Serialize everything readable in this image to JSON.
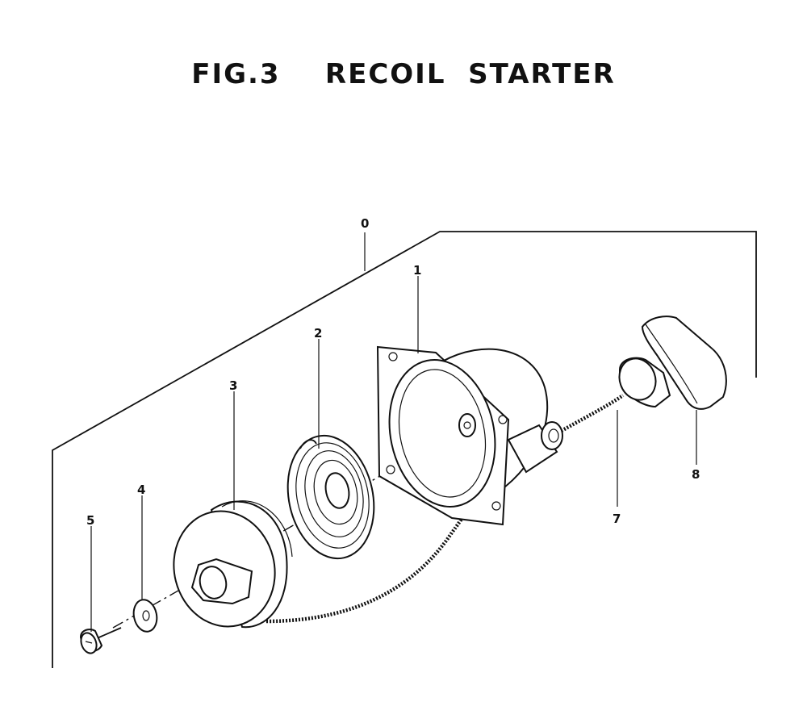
{
  "figure": {
    "title": "FIG.3    RECOIL  STARTER"
  },
  "callouts": [
    {
      "id": "assembly",
      "label": "0"
    },
    {
      "id": "case",
      "label": "1"
    },
    {
      "id": "spring",
      "label": "2"
    },
    {
      "id": "reel",
      "label": "3"
    },
    {
      "id": "washer",
      "label": "4"
    },
    {
      "id": "screw",
      "label": "5"
    },
    {
      "id": "rope",
      "label": "7"
    },
    {
      "id": "handle",
      "label": "8"
    }
  ],
  "colors": {
    "ink": "#111111",
    "paper": "#ffffff"
  }
}
